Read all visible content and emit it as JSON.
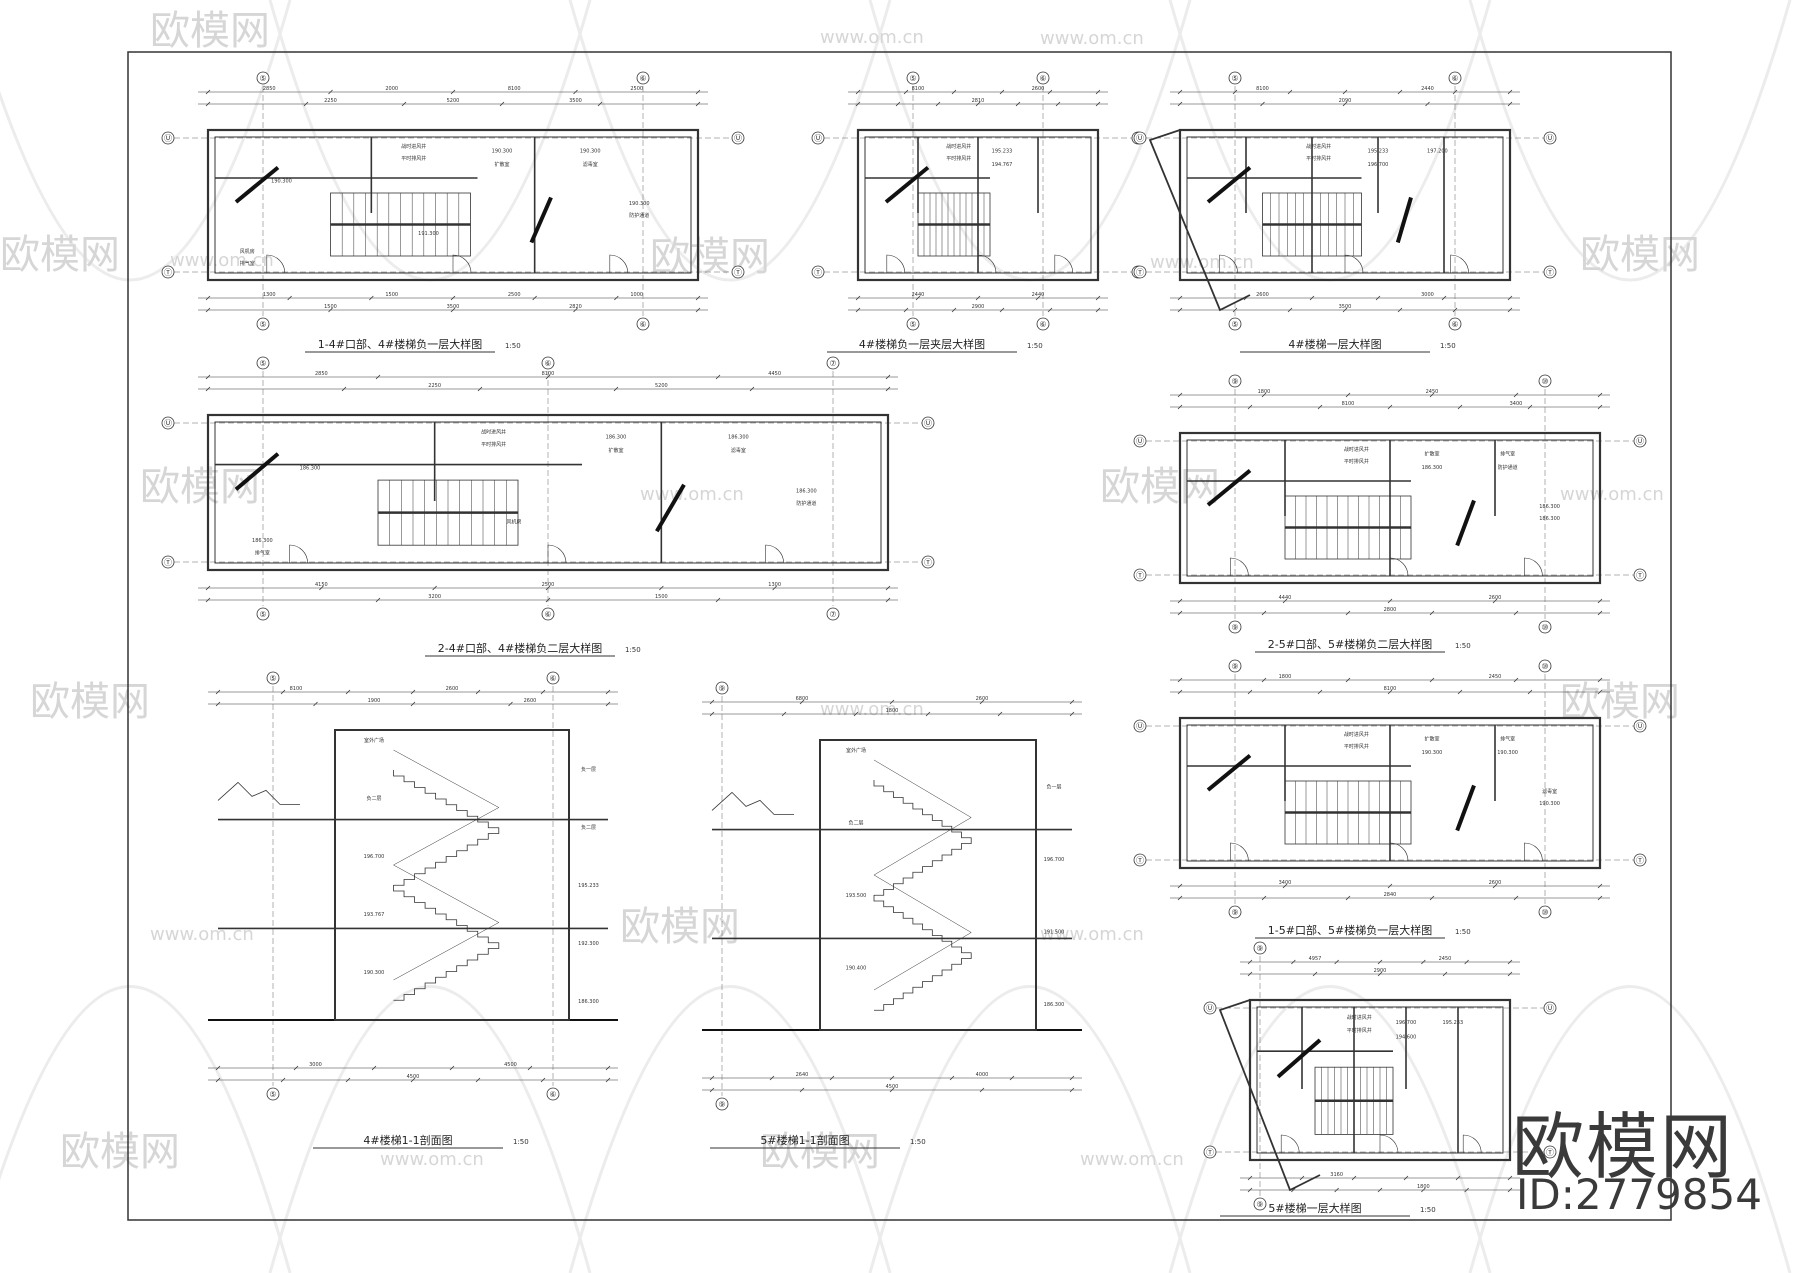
{
  "watermark": {
    "text": "欧模网",
    "url": "www.om.cn"
  },
  "brand": {
    "logo": "欧模网",
    "id": "ID:2779854"
  },
  "drawings": [
    {
      "key": "d1",
      "title": "1-4#口部、4#楼梯负一层大样图",
      "scale": "1:50",
      "axes_top": [
        "⑤",
        "⑥"
      ],
      "axes_side": [
        "Ⓤ",
        "Ⓣ"
      ],
      "rooms": [
        "战时进风井",
        "平时排风井",
        "190.300",
        "扩散室",
        "190.300",
        "滤毒室",
        "190.300",
        "防护通道",
        "风机房",
        "排气室",
        "190.300",
        "191.300"
      ],
      "dims": [
        "2850",
        "2250",
        "2000",
        "5200",
        "8100",
        "3500",
        "2500",
        "1300",
        "1500",
        "1500",
        "3500",
        "2500",
        "2820",
        "1000"
      ]
    },
    {
      "key": "d2",
      "title": "4#楼梯负一层夹层大样图",
      "scale": "1:50",
      "axes_top": [
        "⑤",
        "⑥"
      ],
      "axes_side": [
        "Ⓤ",
        "Ⓣ"
      ],
      "rooms": [
        "战时进风井",
        "平时排风井",
        "195.233",
        "194.767"
      ],
      "dims": [
        "8100",
        "2810",
        "2600",
        "2440",
        "2900",
        "2440"
      ]
    },
    {
      "key": "d3",
      "title": "4#楼梯一层大样图",
      "scale": "1:50",
      "axes_top": [
        "⑤",
        "⑥"
      ],
      "axes_side": [
        "Ⓤ",
        "Ⓣ"
      ],
      "rooms": [
        "战时进风井",
        "平时排风井",
        "195.233",
        "196.700",
        "197.200"
      ],
      "dims": [
        "8100",
        "2090",
        "2440",
        "2600",
        "3500",
        "3000"
      ]
    },
    {
      "key": "d4",
      "title": "2-4#口部、4#楼梯负二层大样图",
      "scale": "1:50",
      "axes_top": [
        "⑤",
        "⑥",
        "⑦"
      ],
      "axes_side": [
        "Ⓤ",
        "Ⓣ"
      ],
      "rooms": [
        "战时进风井",
        "平时排风井",
        "186.300",
        "扩散室",
        "186.300",
        "滤毒室",
        "186.300",
        "防护通道",
        "186.300",
        "排气室",
        "186.300",
        "风机房"
      ],
      "dims": [
        "2850",
        "2250",
        "8100",
        "5200",
        "4450",
        "4150",
        "3200",
        "2500",
        "1500",
        "1300"
      ]
    },
    {
      "key": "d5",
      "title": "2-5#口部、5#楼梯负二层大样图",
      "scale": "1:50",
      "axes_top": [
        "⑨",
        "⑩"
      ],
      "axes_side": [
        "Ⓤ",
        "Ⓣ"
      ],
      "rooms": [
        "战时进风井",
        "平时排风井",
        "扩散室",
        "186.300",
        "排气室",
        "防护通道",
        "186.300",
        "186.300"
      ],
      "dims": [
        "1800",
        "8100",
        "2450",
        "3400",
        "4440",
        "2800",
        "2600"
      ]
    },
    {
      "key": "d6",
      "title": "4#楼梯1-1剖面图",
      "scale": "1:50",
      "axes_top": [
        "⑤",
        "⑥"
      ],
      "rooms": [
        "室外广场",
        "负一层",
        "负二层",
        "负二层",
        "196.700",
        "195.233",
        "193.767",
        "192.300",
        "190.300",
        "186.300"
      ],
      "dims": [
        "8100",
        "1900",
        "2600",
        "2600",
        "3000",
        "4500",
        "4500"
      ]
    },
    {
      "key": "d7",
      "title": "5#楼梯1-1剖面图",
      "scale": "1:50",
      "axes_top": [
        "⑨"
      ],
      "rooms": [
        "室外广场",
        "负一层",
        "负二层",
        "196.700",
        "193.500",
        "191.500",
        "190.400",
        "186.300"
      ],
      "dims": [
        "6800",
        "1800",
        "2600",
        "2640",
        "4500",
        "4000"
      ]
    },
    {
      "key": "d8",
      "title": "1-5#口部、5#楼梯负一层大样图",
      "scale": "1:50",
      "axes_top": [
        "⑨",
        "⑩"
      ],
      "axes_side": [
        "Ⓤ",
        "Ⓣ"
      ],
      "rooms": [
        "战时进风井",
        "平时排风井",
        "扩散室",
        "190.300",
        "排气室",
        "190.300",
        "滤毒室",
        "190.300"
      ],
      "dims": [
        "1800",
        "8100",
        "2450",
        "3400",
        "2840",
        "2600"
      ]
    },
    {
      "key": "d9",
      "title": "5#楼梯一层大样图",
      "scale": "1:50",
      "axes_top": [
        "⑨"
      ],
      "axes_side": [
        "Ⓤ",
        "Ⓣ"
      ],
      "rooms": [
        "战时进风井",
        "平时排风井",
        "196.700",
        "194.600",
        "195.233"
      ],
      "dims": [
        "4957",
        "2900",
        "2450",
        "3160",
        "1800"
      ]
    }
  ]
}
